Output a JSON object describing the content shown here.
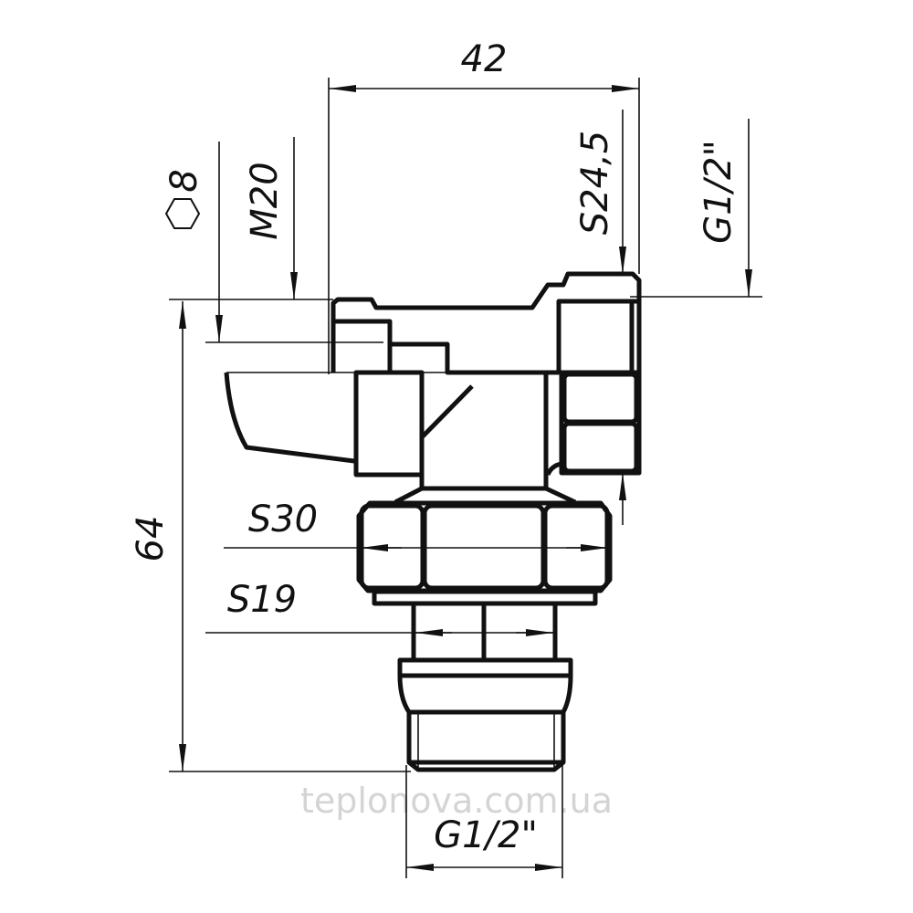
{
  "dimensions": {
    "width_top": "42",
    "hex_key": "8",
    "thread_m": "M20",
    "nut_size": "S24,5",
    "thread_side": "G1/2\"",
    "height": "64",
    "hex_large": "S30",
    "hex_small": "S19",
    "thread_bottom": "G1/2\""
  },
  "watermark": "teplonova.com.ua",
  "symbols": {
    "hex": "hexagon-icon"
  },
  "colors": {
    "line": "#111111",
    "watermark": "#d4d4d4"
  }
}
